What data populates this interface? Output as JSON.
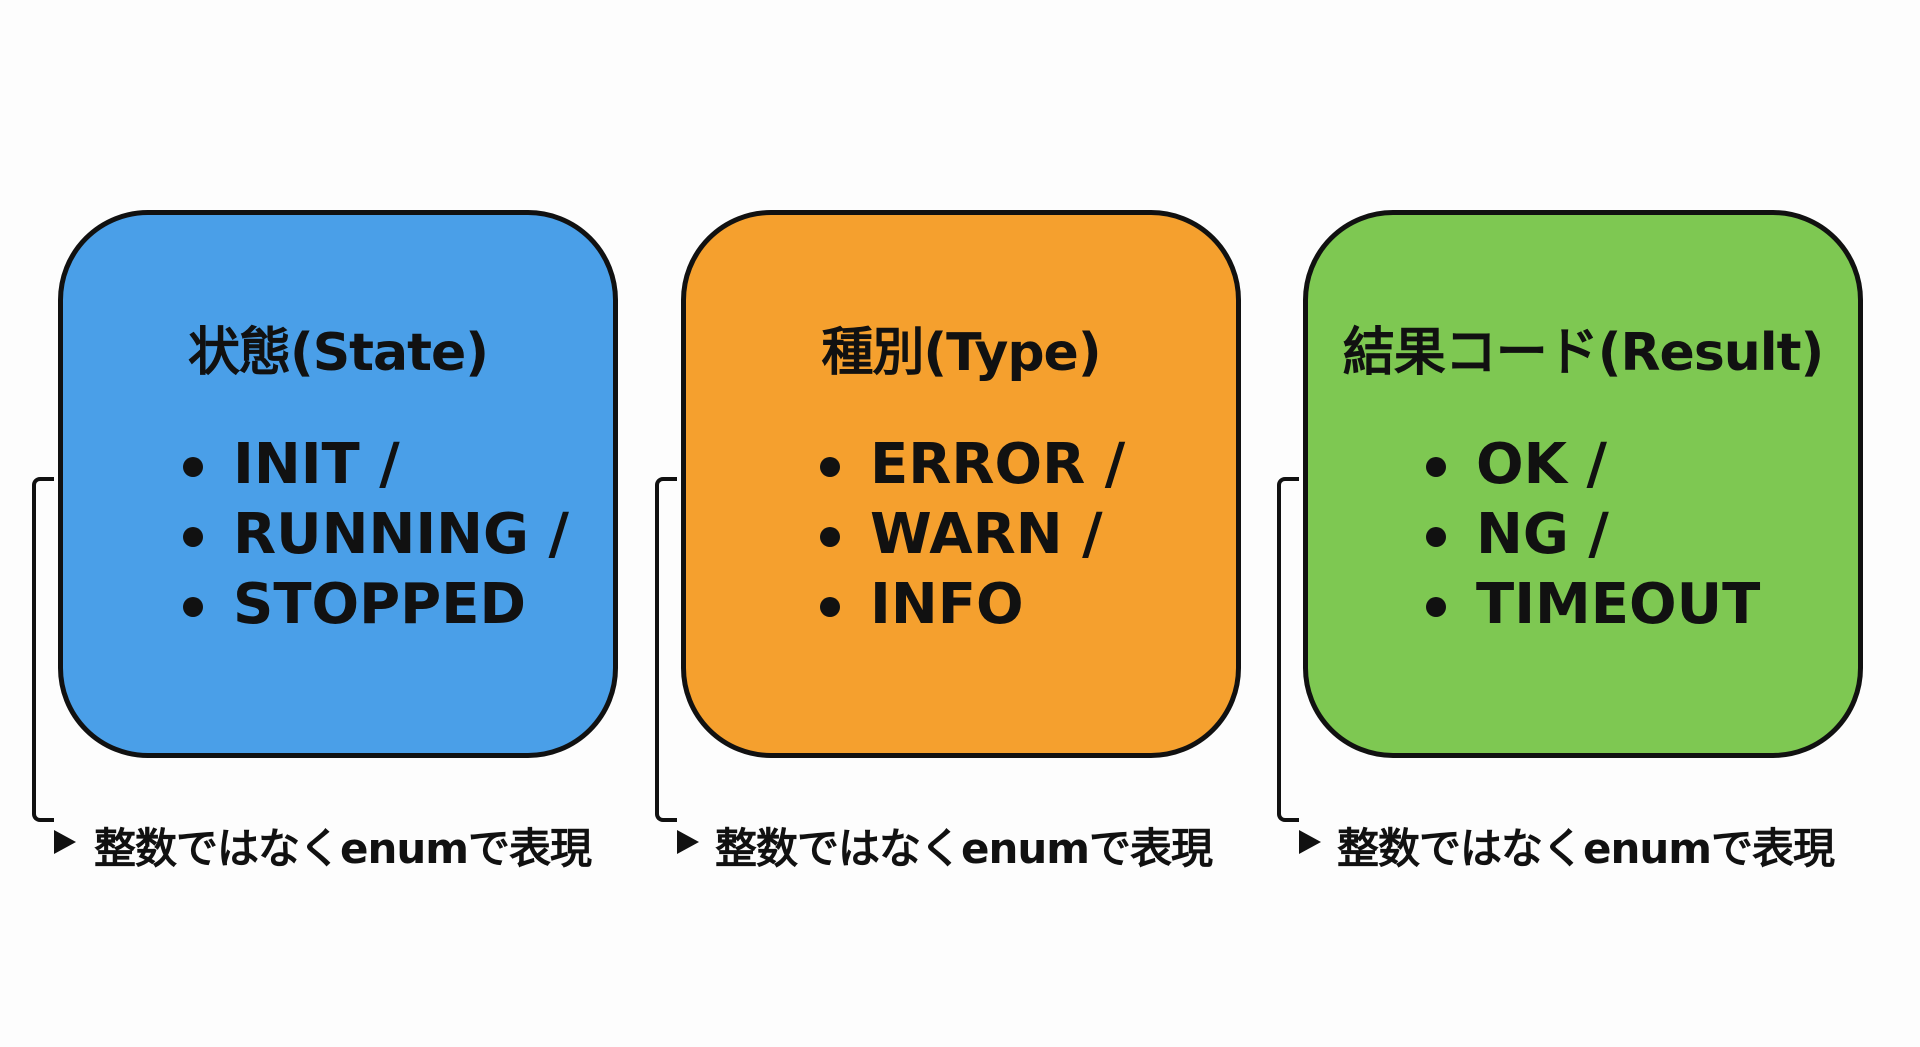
{
  "cards": [
    {
      "title": "状態(State)",
      "items": [
        "INIT /",
        "RUNNING /",
        "STOPPED"
      ],
      "color": "#4a9fe8",
      "caption": "整数ではなくenumで表現"
    },
    {
      "title": "種別(Type)",
      "items": [
        "ERROR /",
        "WARN /",
        "INFO"
      ],
      "color": "#f5a02e",
      "caption": "整数ではなくenumで表現"
    },
    {
      "title": "結果コード(Result)",
      "items": [
        "OK /",
        "NG /",
        "TIMEOUT"
      ],
      "color": "#7ec852",
      "caption": "整数ではなくenumで表現"
    }
  ]
}
